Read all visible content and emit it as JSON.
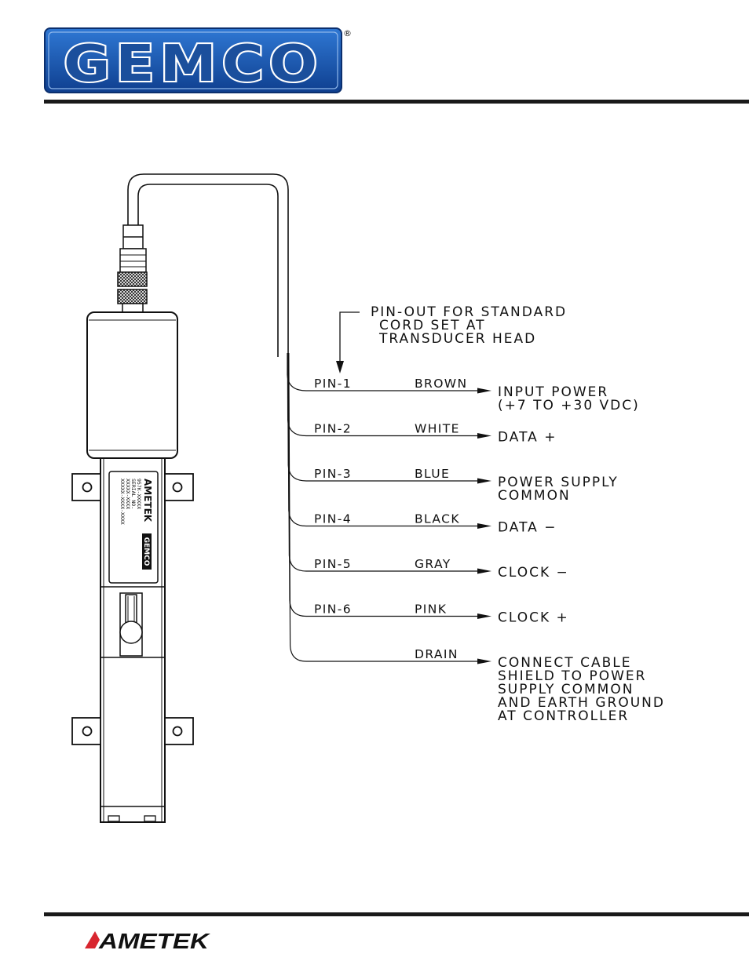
{
  "header": {
    "logo_text": "GEMCO",
    "registered_mark": "®",
    "brand_color": "#1e5db1"
  },
  "footer": {
    "logo_text": "AMETEK"
  },
  "diagram": {
    "title_lines": [
      "PIN-OUT FOR STANDARD",
      "CORD SET AT",
      "TRANSDUCER HEAD"
    ],
    "wires": [
      {
        "pin": "PIN-1",
        "color": "BROWN",
        "function": [
          "INPUT POWER",
          "(+7 TO +30 VDC)"
        ]
      },
      {
        "pin": "PIN-2",
        "color": "WHITE",
        "function": [
          "DATA +"
        ]
      },
      {
        "pin": "PIN-3",
        "color": "BLUE",
        "function": [
          "POWER SUPPLY",
          "COMMON"
        ]
      },
      {
        "pin": "PIN-4",
        "color": "BLACK",
        "function": [
          "DATA −"
        ]
      },
      {
        "pin": "PIN-5",
        "color": "GRAY",
        "function": [
          "CLOCK −"
        ]
      },
      {
        "pin": "PIN-6",
        "color": "PINK",
        "function": [
          "CLOCK +"
        ]
      },
      {
        "pin": "",
        "color": "DRAIN",
        "function": [
          "CONNECT CABLE",
          "SHIELD TO POWER",
          "SUPPLY COMMON",
          "AND EARTH GROUND",
          "AT CONTROLLER"
        ]
      }
    ],
    "device_label": {
      "brand": "AMETEK",
      "lines": [
        "957K-XXXXX",
        "SERIAL NO.",
        "XXXXX-XXXX",
        "XXXXX-XXXX-XXXX"
      ],
      "side_text": "GEMCO"
    }
  }
}
